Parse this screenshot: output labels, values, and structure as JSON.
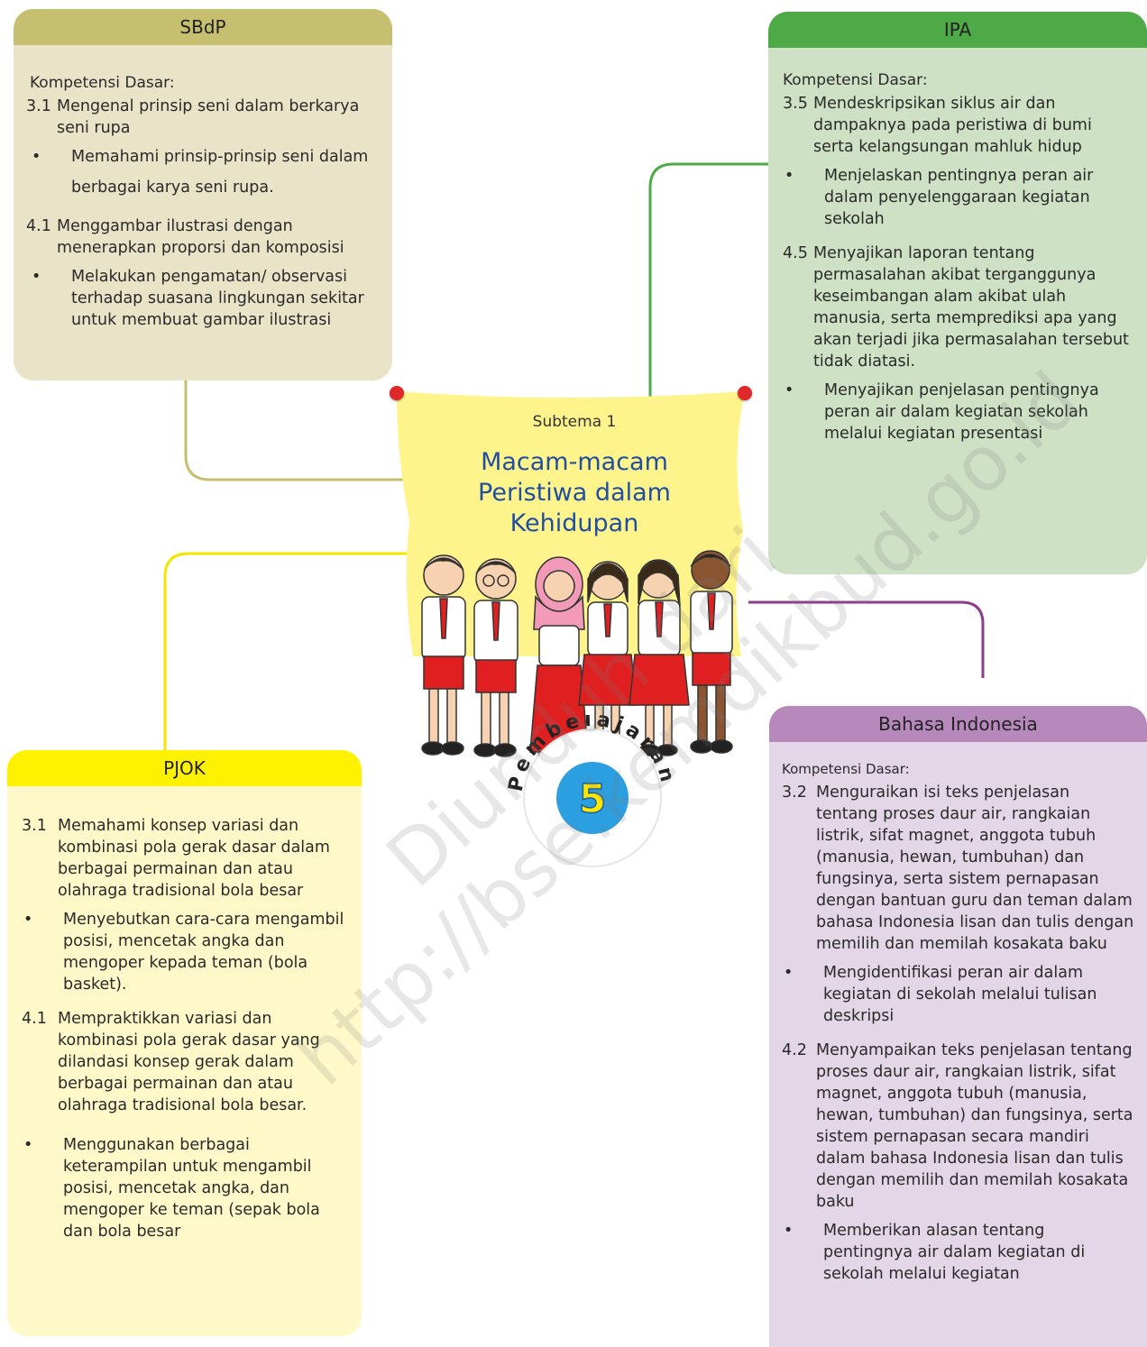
{
  "sbdp": {
    "title": "SBdP",
    "kd_label": "Kompetensi Dasar:",
    "c1_num": "3.1",
    "c1_text": "Mengenal prinsip seni dalam berkarya seni rupa",
    "c1_bullet": "Memahami prinsip-prinsip seni dalam berbagai karya seni rupa.",
    "c2_num": "4.1",
    "c2_text": "Menggambar ilustrasi dengan menerapkan proporsi dan komposisi",
    "c2_bullet": "Melakukan pengamatan/ observasi terhadap suasana lingkungan sekitar untuk membuat gambar ilustrasi"
  },
  "ipa": {
    "title": "IPA",
    "kd_label": "Kompetensi Dasar:",
    "c1_num": "3.5",
    "c1_text": "Mendeskripsikan siklus air dan dampaknya pada peristiwa di bumi serta kelangsungan mahluk hidup",
    "c1_bullet": "Menjelaskan pentingnya peran air dalam penyelenggaraan kegiatan sekolah",
    "c2_num": "4.5",
    "c2_text": "Menyajikan laporan tentang permasalahan akibat terganggunya keseimbangan alam akibat ulah manusia, serta memprediksi apa yang akan terjadi jika permasalahan tersebut tidak diatasi.",
    "c2_bullet": "Menyajikan penjelasan pentingnya peran air dalam kegiatan sekolah melalui kegiatan presentasi"
  },
  "pjok": {
    "title": "PJOK",
    "c1_num": "3.1",
    "c1_text": "Memahami konsep variasi dan kombinasi pola gerak dasar dalam berbagai permainan dan atau olahraga tradisional bola besar",
    "c1_bullet": "Menyebutkan cara-cara mengambil posisi, mencetak angka dan mengoper kepada teman (bola basket).",
    "c2_num": "4.1",
    "c2_text": "Mempraktikkan variasi dan kombinasi pola gerak dasar yang dilandasi konsep gerak dalam berbagai permainan dan atau olahraga tradisional bola besar.",
    "c2_bullet": "Menggunakan berbagai keterampilan untuk mengambil posisi, mencetak angka, dan mengoper ke teman (sepak bola dan bola besar"
  },
  "bi": {
    "title": "Bahasa Indonesia",
    "kd_label": "Kompetensi Dasar:",
    "c1_num": "3.2",
    "c1_text": "Menguraikan isi teks penjelasan tentang proses daur air, rangkaian listrik, sifat magnet, anggota tubuh (manusia, hewan, tumbuhan) dan fungsinya, serta sistem pernapasan dengan bantuan guru dan teman dalam bahasa Indonesia lisan dan tulis dengan memilih dan memilah kosakata baku",
    "c1_bullet": "Mengidentifikasi peran air dalam kegiatan di sekolah melalui tulisan deskripsi",
    "c2_num": "4.2",
    "c2_text": "Menyampaikan teks penjelasan tentang proses daur air, rangkaian listrik, sifat magnet, anggota tubuh (manusia, hewan, tumbuhan) dan fungsinya, serta sistem pernapasan secara mandiri dalam bahasa Indonesia lisan dan tulis dengan memilih dan memilah kosakata baku",
    "c2_bullet": "Memberikan alasan tentang pentingnya air dalam kegiatan di sekolah melalui kegiatan"
  },
  "center": {
    "subtema": "Subtema 1",
    "title_line1": "Macam-macam",
    "title_line2": "Peristiwa dalam",
    "title_line3": "Kehidupan"
  },
  "badge": {
    "word": "Pembelajaran",
    "number": "5"
  },
  "bullet_char": "•",
  "watermark": {
    "line1": "Diunduh dari",
    "line2": "http://bse.kemdikbud.go.id"
  },
  "colors": {
    "sbdp": "#c7bf70",
    "ipa": "#4daa46",
    "pjok": "#fff200",
    "bi": "#b788bc",
    "title_blue": "#1f4fa0"
  }
}
